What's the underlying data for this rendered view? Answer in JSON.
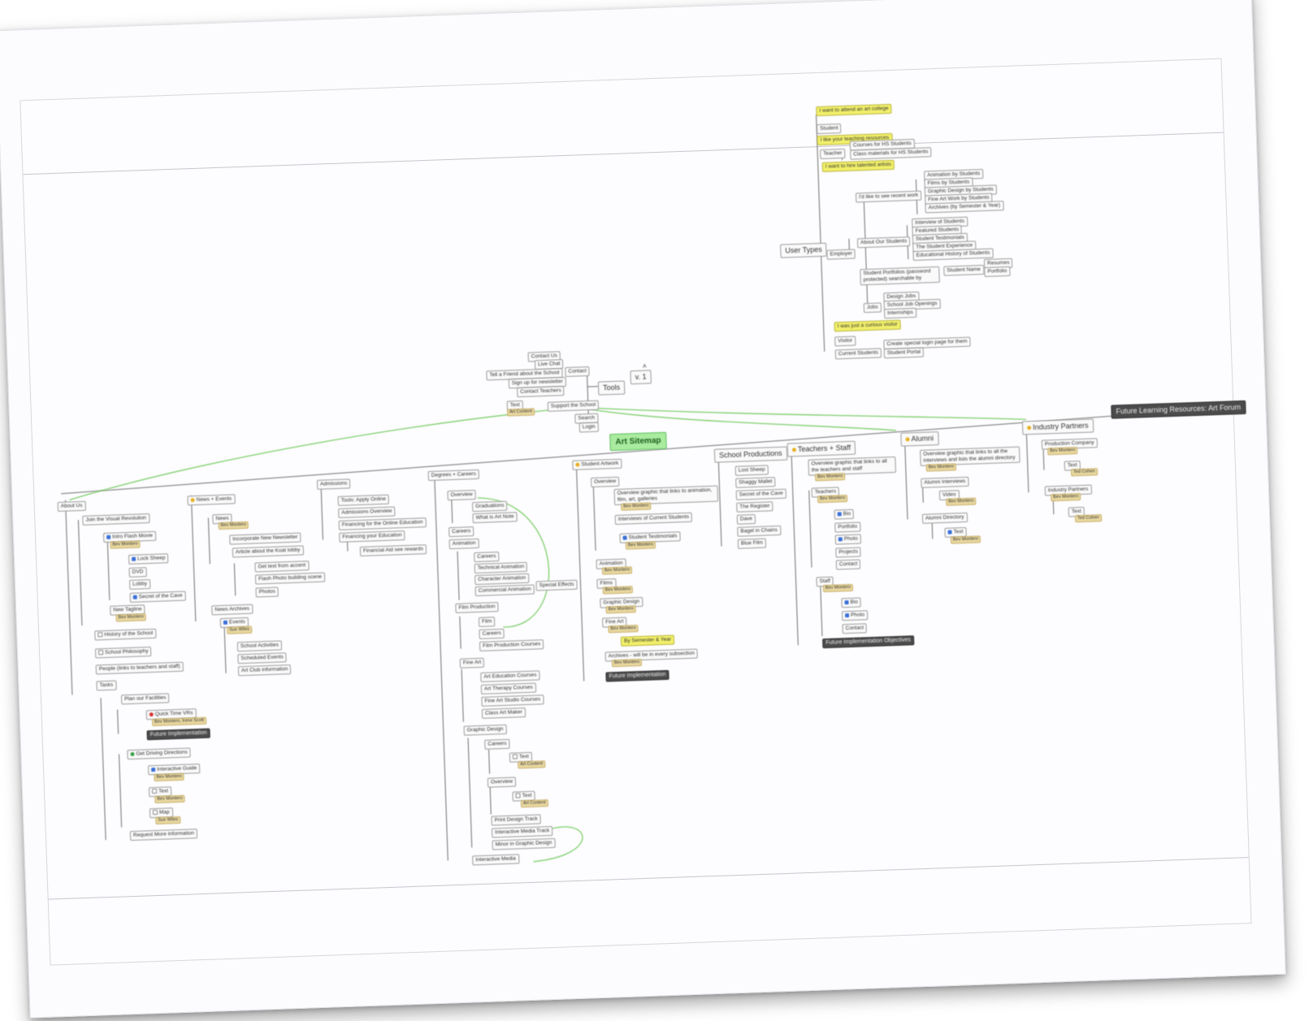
{
  "colors": {
    "yellow_note": "#f2f06a",
    "tag": "#e9d8a0",
    "root": "#a9eb9f",
    "dark": "#4b4b4b",
    "link": "#7ccf6a",
    "line": "#707070"
  },
  "root": "Art Sitemap",
  "future_resources": "Future Learning Resources: Art Forum",
  "future_impl": "Future Implementation",
  "future_impl_objectives": "Future Implementation Objectives",
  "user_types": {
    "label": "User Types",
    "wants": [
      "I want to attend an art college",
      "I like your teaching resources",
      "I want to hire talented artists",
      "I was just a curious visitor"
    ],
    "student": "Student",
    "teacher": "Teacher",
    "teacher_items": [
      "Courses for HS Students",
      "Class materials for HS Students"
    ],
    "employer": "Employer",
    "see_work": "I'd like to see recent work",
    "see_work_items": [
      "Animation by Students",
      "Films by Students",
      "Graphic Design by Students",
      "Fine Art Work by Students",
      "Archives (by Semester & Year)"
    ],
    "about_students": "About Our Students",
    "about_students_items": [
      "Interview of Students",
      "Featured Students",
      "Student Testimonials",
      "The Student Experience",
      "Educational History of Students"
    ],
    "portfolios": "Student Portfolios (password protected) searchable by",
    "student_name": "Student Name",
    "student_name_items": [
      "Resumes",
      "Portfolio"
    ],
    "jobs": "Jobs",
    "jobs_items": [
      "Design Jobs",
      "School Job Openings",
      "Internships"
    ],
    "visitor": "Visitor",
    "current": "Current Students",
    "current_items": [
      "Create special login page for them",
      "Student Portal"
    ]
  },
  "tools": {
    "label": "Tools",
    "contact": "Contact",
    "contact_items": [
      "Contact Us",
      "Live Chat",
      "Tell a Friend about the School",
      "Sign up for newsletter",
      "Contact Teachers"
    ],
    "support": "Support the School",
    "text": "Text",
    "search": "Search",
    "login": "Login",
    "v": "v. 1",
    "a": "A"
  },
  "tags": {
    "bev": "Bev Montero",
    "art": "Art Content",
    "sue": "Sue Wiles",
    "yolanda": "Bev Montero, Irene Scott",
    "ted": "Ted Cohen"
  },
  "about": {
    "label": "About Us",
    "join": "Join the Visual Revolution",
    "intro": "Intro Flash Movie",
    "intro_items": [
      "Lock Sheep",
      "DVD",
      "Lobby",
      "Secret of the Cave"
    ],
    "tagline": "New Tagline",
    "history": "History of the School",
    "philosophy": "School Philosophy",
    "people": "People (links to teachers and staff)",
    "tasks": "Tasks",
    "floor": "Plan our Facilities",
    "quicktime": "Quick Time VRs",
    "directions": "Get Driving Directions",
    "interactive_guide": "Interactive Guide",
    "text": "Text",
    "map": "Map",
    "request": "Request More Information"
  },
  "news": {
    "label": "News + Events",
    "news": "News",
    "news_items": [
      "Incorporate New Newsletter",
      "Article about the Koat lobby"
    ],
    "news_sub": [
      "Get text from accent",
      "Flash Photo building scene",
      "Photos"
    ],
    "archives": "News Archives",
    "events": "Events",
    "events_items": [
      "School Activities",
      "Scheduled Events",
      "Art Club information"
    ]
  },
  "admissions": {
    "label": "Admissions",
    "items": [
      "Tools: Apply Online",
      "Admissions Overview",
      "Financing for the Online Education",
      "Financing your Education"
    ],
    "extra": "Financial Aid see rewards"
  },
  "degrees": {
    "label": "Degrees + Careers",
    "overview": "Overview",
    "overview_items": [
      "Graduations",
      "What is Art Note"
    ],
    "careers": "Careers",
    "animation": "Animation",
    "animation_items": [
      "Careers",
      "Technical Animation",
      "Character Animation",
      "Commercial Animation"
    ],
    "special_fx": "Special Effects",
    "film": "Film Production",
    "film_items": [
      "Film",
      "Careers",
      "Film Production Courses"
    ],
    "fine_art": "Fine Art",
    "fine_art_items": [
      "Art Education Courses",
      "Art Therapy Courses",
      "Fine Art Studio Courses",
      "Class Art Maker"
    ],
    "graphic": "Graphic Design",
    "gd_careers": "Careers",
    "gd_overview": "Overview",
    "gd_items": [
      "Print Design Track",
      "Interactive Media Track",
      "Minor in Graphic Design"
    ],
    "text": "Text",
    "interactive": "Interactive Media"
  },
  "artwork": {
    "label": "Student Artwork",
    "overview": "Overview",
    "overview_text": "Overview graphic that links to animation, film, art, galleries",
    "interviews": "Interviews of Current Students",
    "testimonials": "Student Testimonials",
    "items": [
      "Animation",
      "Films",
      "Graphic Design",
      "Fine Art"
    ],
    "by_semester": "By Semester & Year",
    "archives": "Archives - will be in every subsection"
  },
  "productions": {
    "label": "School Productions",
    "items": [
      "Lost Sheep",
      "Shaggy Mallet",
      "Secret of the Cave",
      "The Register",
      "Dave",
      "Bagel in Chains",
      "Blue Film"
    ]
  },
  "teachers": {
    "label": "Teachers + Staff",
    "overview": "Overview graphic that links to all the teachers and staff",
    "teachers": "Teachers",
    "teacher_items": [
      "Bio",
      "Portfolio",
      "Photo",
      "Projects",
      "Contact"
    ],
    "staff": "Staff",
    "staff_items": [
      "Bio",
      "Photo",
      "Contact"
    ]
  },
  "alumni": {
    "label": "Alumni",
    "overview": "Overview graphic that links to all the interviews and lists the alumni directory",
    "interviews": "Alumni Interviews",
    "video": "Video",
    "directory": "Alumni Directory",
    "text": "Text"
  },
  "partners": {
    "label": "Industry Partners",
    "production": "Production Company",
    "industry": "Industry Partners",
    "text": "Text"
  }
}
